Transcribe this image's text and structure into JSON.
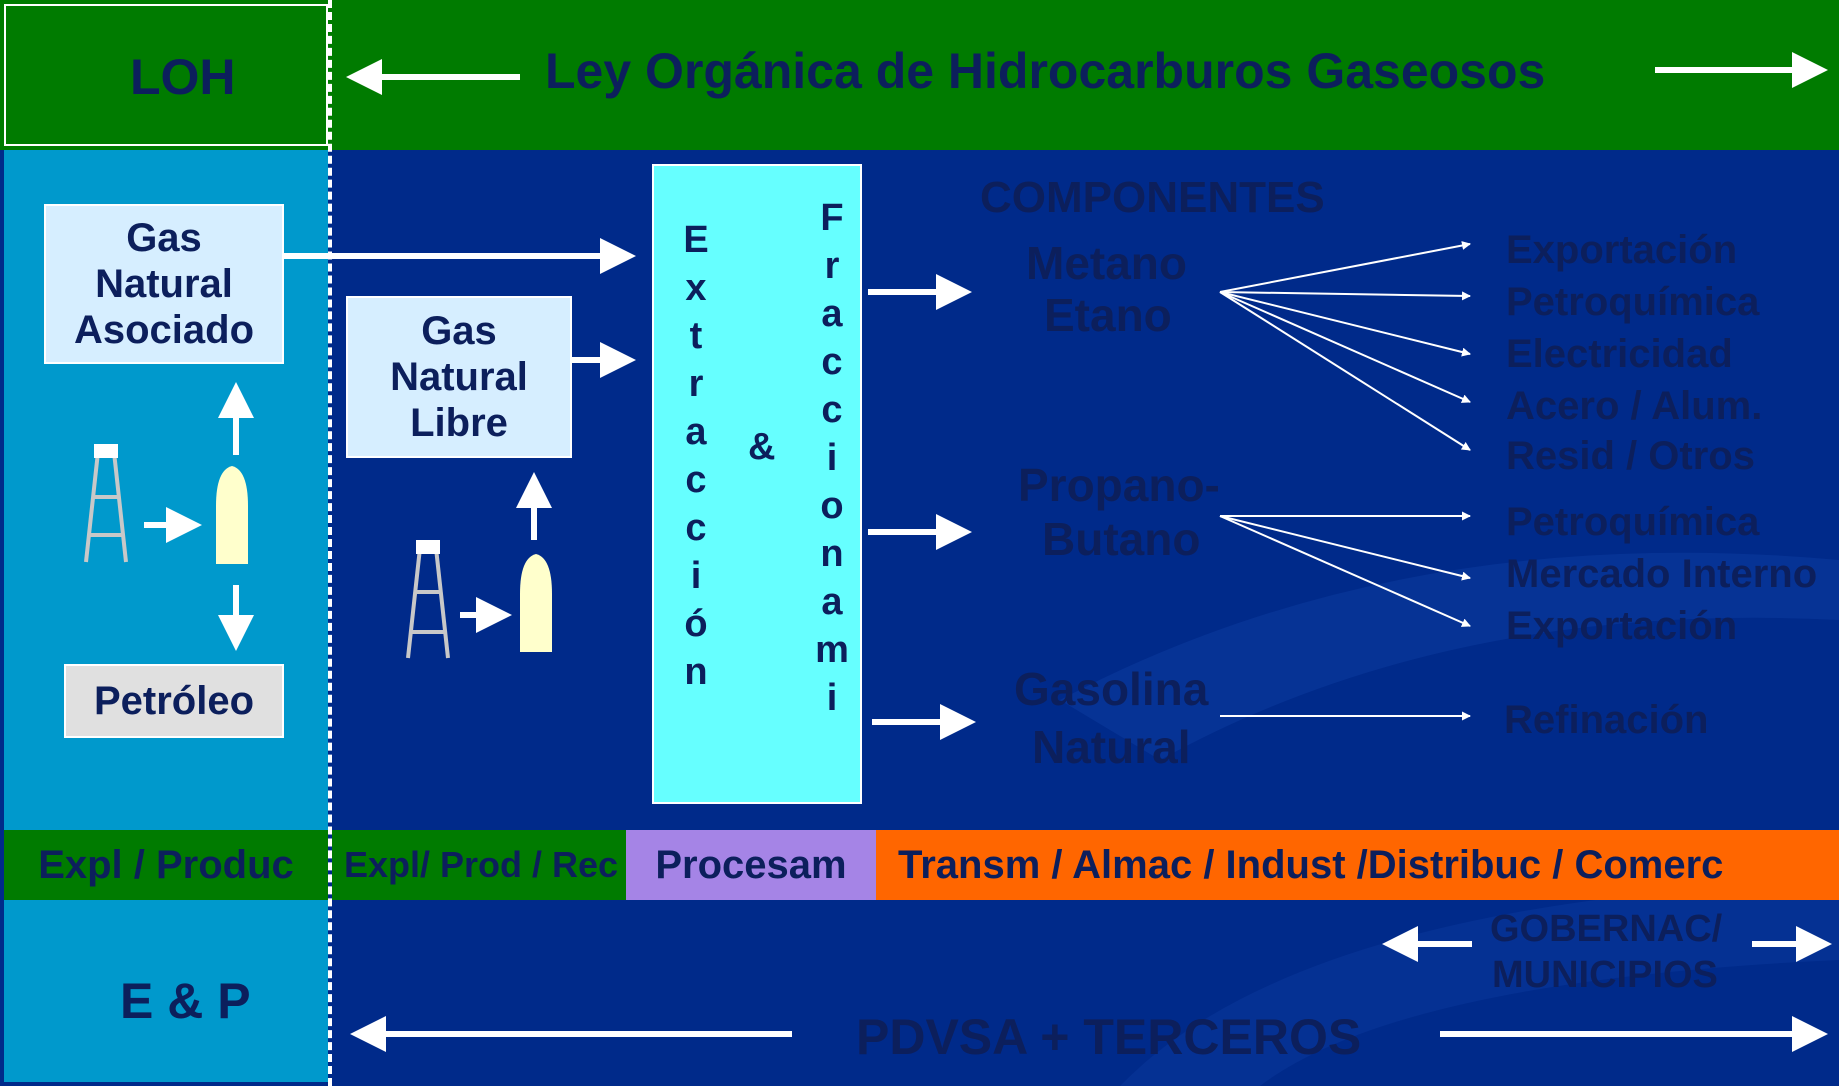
{
  "colors": {
    "green": "#007b00",
    "left_panel": "#0099cc",
    "main_bg": "#002a8a",
    "light_box": "#d6eeff",
    "cyan_box": "#66ffff",
    "purple": "#a584e6",
    "orange": "#ff6600",
    "grey_box": "#e0e0e0",
    "text_dark": "#0c1f5c"
  },
  "header": {
    "left_label": "LOH",
    "title": "Ley Orgánica de Hidrocarburos Gaseosos"
  },
  "left_panel": {
    "associated_gas": [
      "Gas",
      "Natural",
      "Asociado"
    ],
    "oil": "Petróleo",
    "icons": [
      "oil-derrick-icon",
      "gas-tank-icon"
    ]
  },
  "free_gas": [
    "Gas",
    "Natural",
    "Libre"
  ],
  "process_box": {
    "left_column": [
      "E",
      "x",
      "t",
      "r",
      "a",
      "c",
      "c",
      "i",
      "ó",
      "n"
    ],
    "ampersand": "&",
    "right_column": [
      "F",
      "r",
      "a",
      "c",
      "c",
      "i",
      "o",
      "n",
      "a",
      "m",
      "i"
    ]
  },
  "components": {
    "heading": "COMPONENTES",
    "metano_etano": [
      "Metano",
      "Etano"
    ],
    "propano_butano": [
      "Propano-",
      "Butano"
    ],
    "gasolina_natural": [
      "Gasolina",
      "Natural"
    ]
  },
  "destinations": {
    "metano_etano": [
      "Exportación",
      "Petroquímica",
      "Electricidad",
      "Acero / Alum.",
      "Resid / Otros"
    ],
    "propano_butano": [
      "Petroquímica",
      "Mercado Interno",
      "Exportación"
    ],
    "gasolina_natural": [
      "Refinación"
    ]
  },
  "stage_bar": {
    "left": "Expl / Produc",
    "expl_prod_rec": "Expl/ Prod / Rec",
    "procesam": "Procesam",
    "downstream": "Transm / Almac / Indust /Distribuc / Comerc"
  },
  "footer": {
    "left_label": "E & P",
    "governance": [
      "GOBERNAC/",
      "MUNICIPIOS"
    ],
    "actors": "PDVSA + TERCEROS"
  }
}
